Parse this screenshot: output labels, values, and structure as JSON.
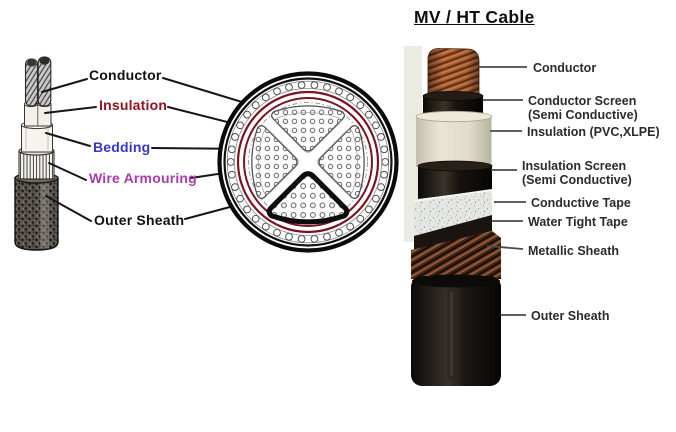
{
  "left_panel": {
    "labels": [
      {
        "text": "Conductor",
        "color": "#111111"
      },
      {
        "text": "Insulation",
        "color": "#8e1220"
      },
      {
        "text": "Bedding",
        "color": "#3636c9"
      },
      {
        "text": "Wire Armouring",
        "color": "#a83ca8"
      },
      {
        "text": "Outer Sheath",
        "color": "#111111"
      }
    ]
  },
  "right_panel": {
    "title": "MV / HT Cable",
    "labels": [
      {
        "line1": "Conductor"
      },
      {
        "line1": "Conductor Screen",
        "line2": "(Semi Conductive)"
      },
      {
        "line1": "Insulation (PVC,XLPE)"
      },
      {
        "line1": "Insulation Screen",
        "line2": "(Semi Conductive)"
      },
      {
        "line1": "Conductive Tape"
      },
      {
        "line1": "Water Tight Tape"
      },
      {
        "line1": "Metallic Sheath"
      },
      {
        "line1": "Outer Sheath"
      }
    ]
  },
  "colors": {
    "insulation_label": "#8e1220",
    "bedding_label": "#3636c9",
    "wire_armouring_label": "#a83ca8",
    "cross_section_red_ring": "#7c1322",
    "copper": "#ad5f33",
    "cream_insulation": "#e6e1d0",
    "black_layer": "#14100c"
  }
}
